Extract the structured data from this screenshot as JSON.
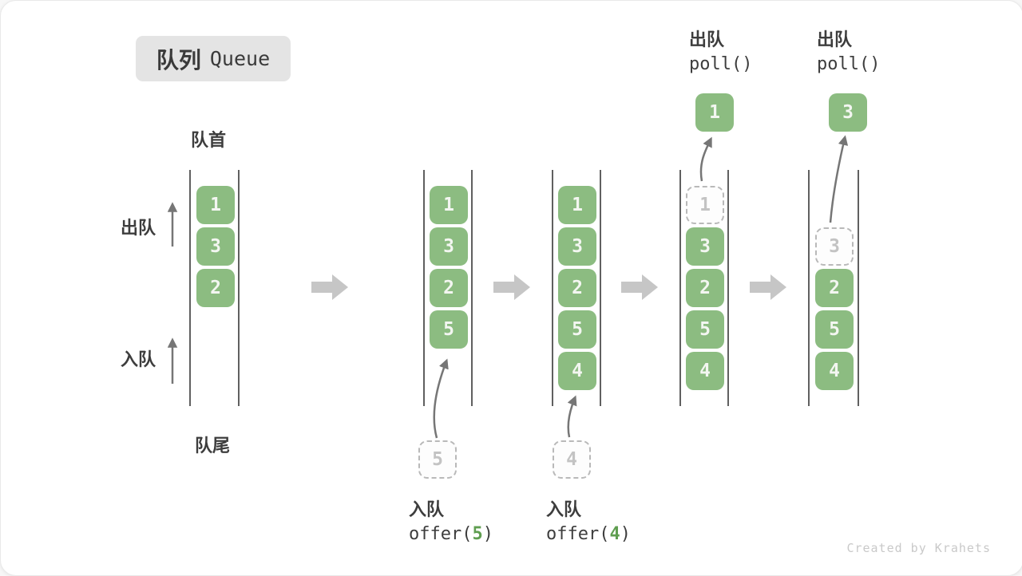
{
  "title": {
    "zh": "队列",
    "en": "Queue"
  },
  "labels": {
    "front": "队首",
    "rear": "队尾",
    "dequeue_side": "出队",
    "enqueue_side": "入队"
  },
  "credit": "Created by Krahets",
  "colors": {
    "box_green": "#8cbc81",
    "code_arg_green": "#5f9e50",
    "ghost_text_gray": "#c3c3c3",
    "ghost_border_gray": "#b9b9b9",
    "block_arrow_gray": "#c6c6c6",
    "curve_arrow_gray": "#767676",
    "column_line_gray": "#606060",
    "badge_bg_gray": "#e4e4e4",
    "text_dark": "#3d3d3d"
  },
  "stages": [
    {
      "queue": [
        "1",
        "3",
        "2"
      ]
    },
    {
      "queue": [
        "1",
        "3",
        "2",
        "5"
      ],
      "incoming": "5",
      "op": {
        "label": "入队",
        "fn": "offer(",
        "arg": "5",
        "close": ")"
      }
    },
    {
      "queue": [
        "1",
        "3",
        "2",
        "5",
        "4"
      ],
      "incoming": "4",
      "op": {
        "label": "入队",
        "fn": "offer(",
        "arg": "4",
        "close": ")"
      }
    },
    {
      "queue": [
        "3",
        "2",
        "5",
        "4"
      ],
      "removed": "1",
      "out": "1",
      "op": {
        "label": "出队",
        "fn": "poll()"
      }
    },
    {
      "queue": [
        "2",
        "5",
        "4"
      ],
      "removed": "3",
      "out": "3",
      "op": {
        "label": "出队",
        "fn": "poll()"
      }
    }
  ]
}
